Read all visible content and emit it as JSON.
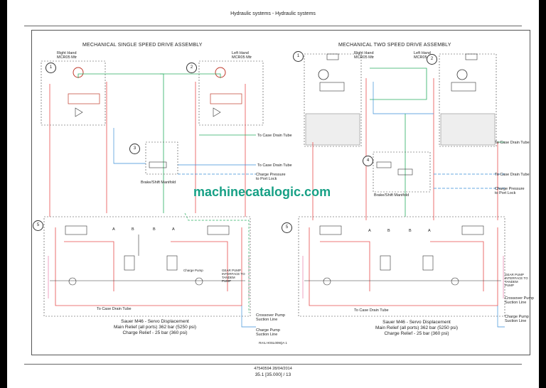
{
  "header": {
    "title": "Hydraulic systems - Hydraulic systems"
  },
  "left": {
    "title": "MECHANICAL SINGLE SPEED DRIVE ASSEMBLY",
    "rh_motor": "Right Hand\nMCR05 Mtr",
    "lh_motor": "Left Hand\nMCR05 Mtr",
    "manifold": "Brake/Shift Manifold",
    "case_drain_1": "To Case Drain Tube",
    "case_drain_2": "To Case Drain Tube",
    "charge_pressure": "Charge Pressure\nto Port Lock",
    "case_drain_bottom": "To Case Drain Tube",
    "gear_pump": "GEAR PUMP\nINTERFACE TO\nTANDEM\nPUMP",
    "crossover": "Crossover Pump\nSuction Line",
    "charge_pump": "Charge Pump\nSuction Line",
    "charge_pump_inner": "Charge Pump",
    "spec_line1": "Sauer M46 - Servo Displacement",
    "spec_line2": "Main Relief (all ports) 362 bar (5250 psi)",
    "spec_line3": "Charge Relief - 25 bar (360 psi)",
    "callouts": [
      "1",
      "2",
      "3",
      "5"
    ],
    "ports": [
      "A",
      "B",
      "B",
      "A"
    ]
  },
  "right": {
    "title": "MECHANICAL TWO SPEED DRIVE ASSEMBLY",
    "rh_motor": "Right Hand\nMCR05 Mtr",
    "lh_motor": "Left Hand\nMCR05 Mtr",
    "manifold": "Brake/Shift Manifold",
    "case_drain_1": "To Case Drain Tube",
    "case_drain_2": "To Case Drain Tube",
    "charge_pressure": "Charge Pressure\nto Port Lock",
    "case_drain_bottom": "To Case Drain Tube",
    "gear_pump": "GEAR PUMP\nINTERFACE TO\nTANDEM\nPUMP",
    "crossover": "Crossover Pump\nSuction Line",
    "charge_pump": "Charge Pump\nSuction Line",
    "spec_line1": "Sauer M46 - Servo Displacement",
    "spec_line2": "Main Relief (all ports) 362 bar (5250 psi)",
    "spec_line3": "Charge Relief - 25 bar (360 psi)",
    "callouts": [
      "1",
      "2",
      "4",
      "5"
    ],
    "ports": [
      "A",
      "B",
      "B",
      "A"
    ]
  },
  "watermark": "machinecatalogic.com",
  "figure_ref": "RAIL H0SL009QA    1",
  "footer": {
    "doc": "47540594 28/04/2014",
    "page": "35.1 [35.000] / 13"
  },
  "colors": {
    "red": "#e74c4c",
    "green": "#27ae60",
    "blue": "#3a8fd8",
    "pink": "#e87aa8",
    "watermark": "#16a085"
  }
}
